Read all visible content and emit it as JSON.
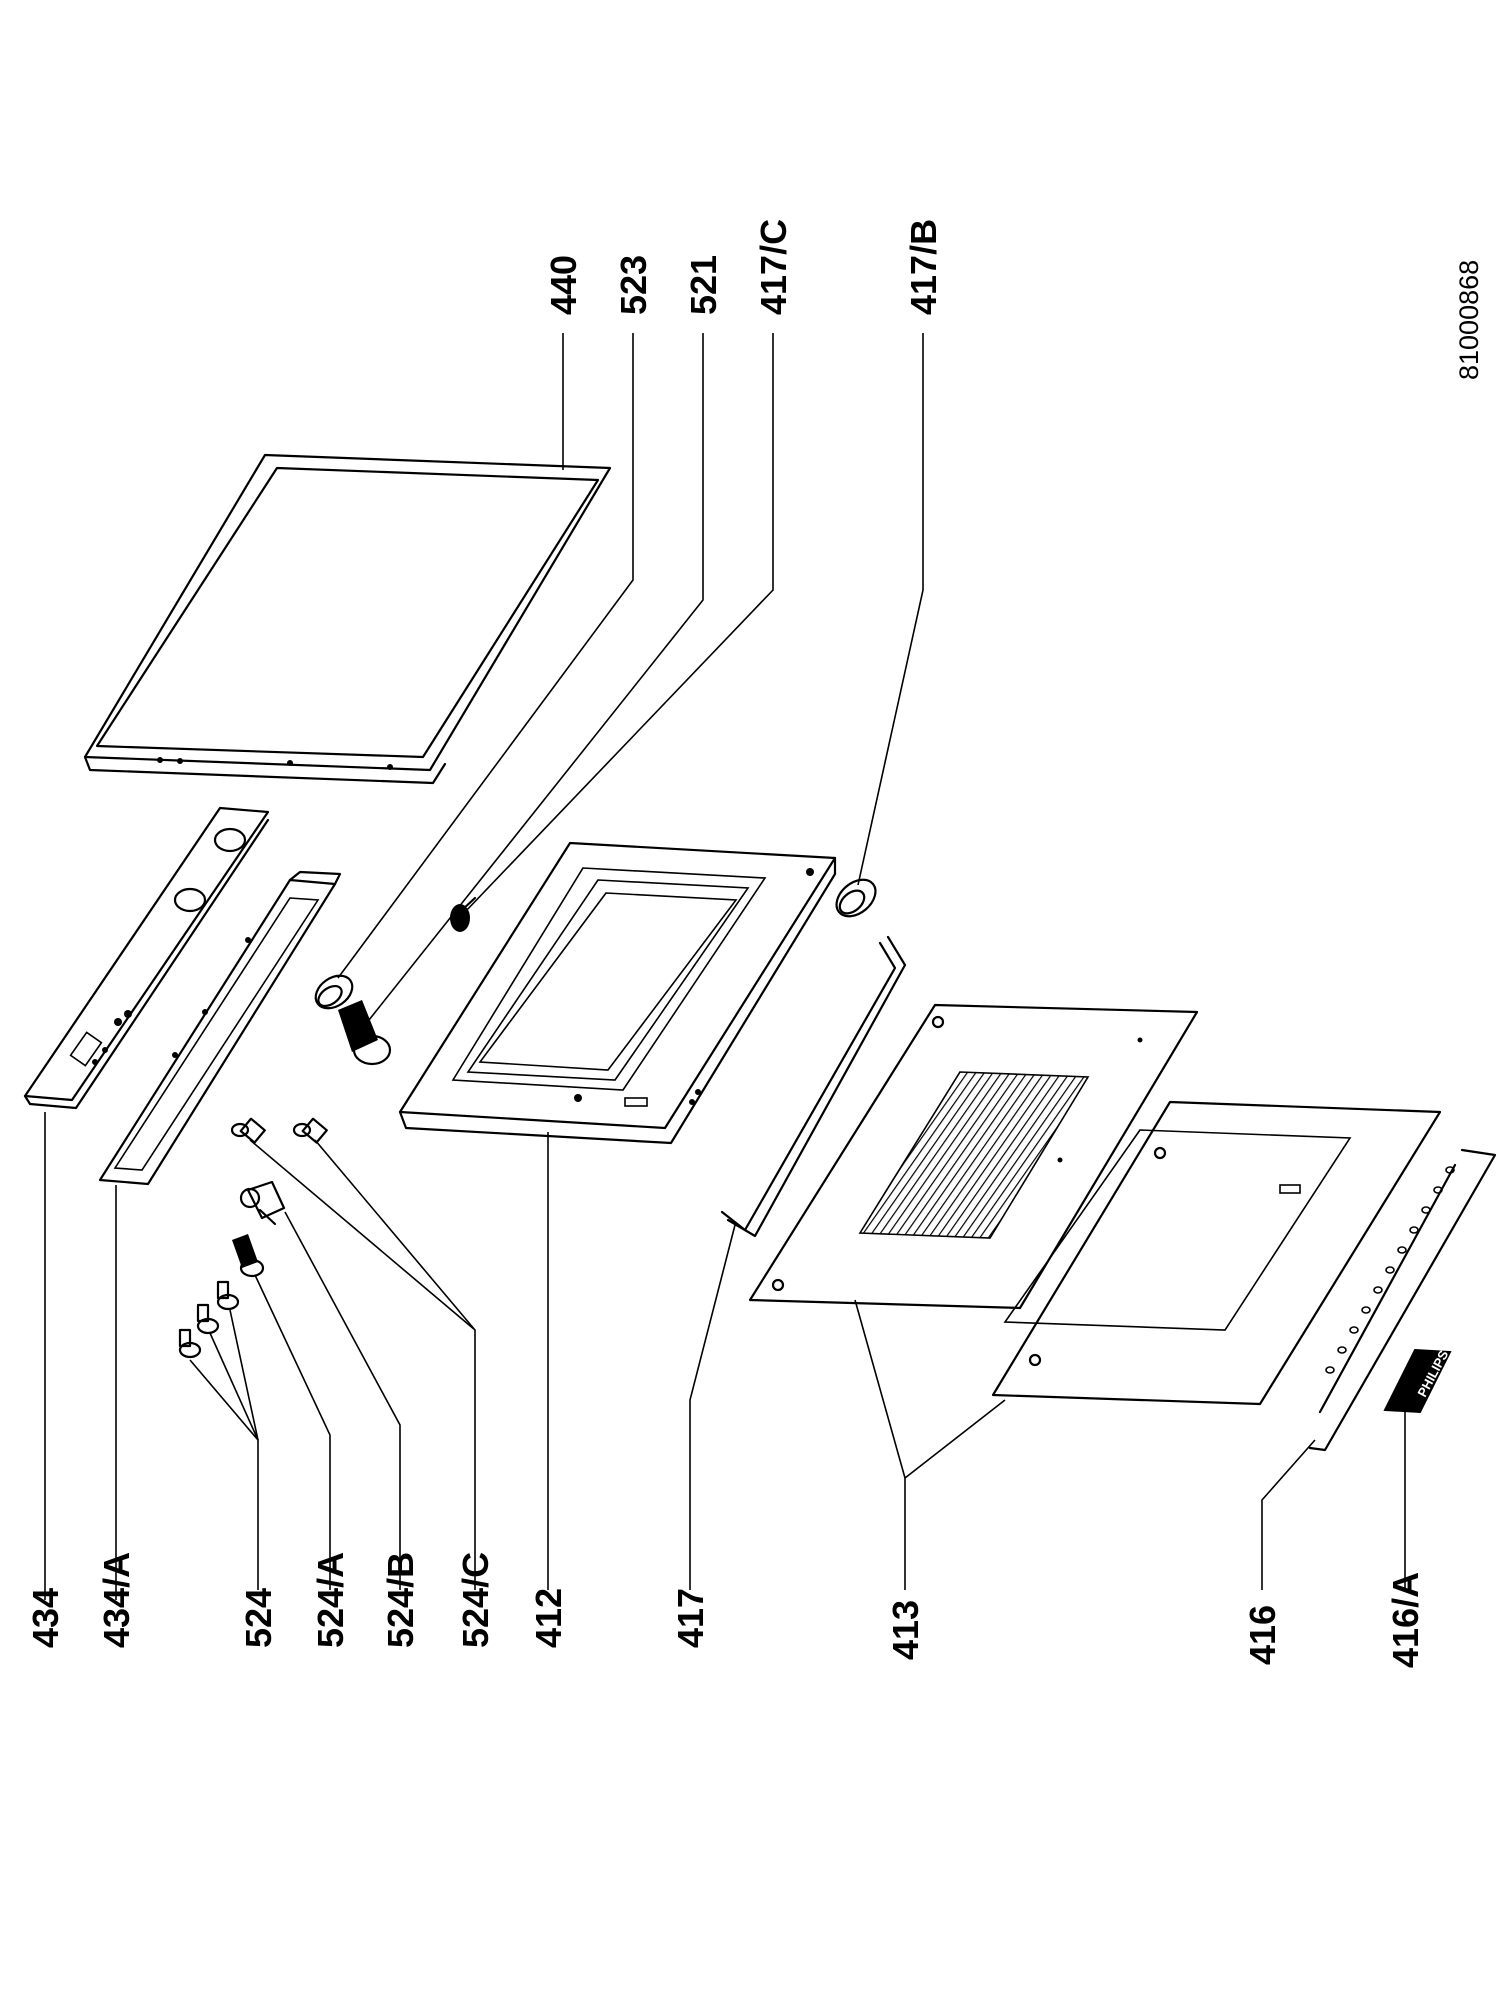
{
  "document_number": "81000868",
  "brand_plate_text": "PHILIPS",
  "labels": {
    "p434": "434",
    "p434a": "434/A",
    "p524": "524",
    "p524a": "524/A",
    "p524b": "524/B",
    "p524c": "524/C",
    "p412": "412",
    "p417": "417",
    "p413": "413",
    "p416": "416",
    "p416a": "416/A",
    "p440": "440",
    "p523": "523",
    "p521": "521",
    "p417c": "417/C",
    "p417b": "417/B"
  }
}
